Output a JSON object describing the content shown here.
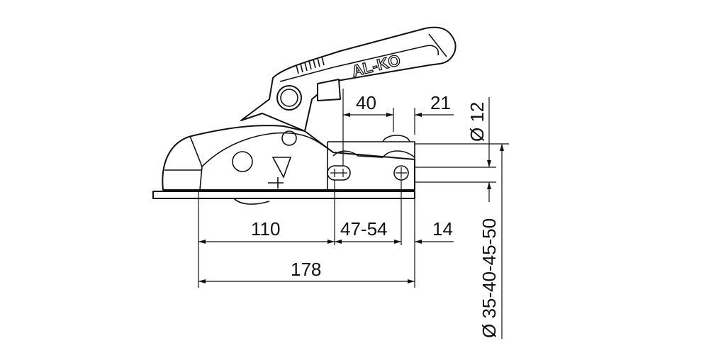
{
  "drawing": {
    "brand_logo": "AL-KO",
    "dimensions": {
      "d40": "40",
      "d21": "21",
      "d12": "Ø 12",
      "d110": "110",
      "d47_54": "47-54",
      "d14": "14",
      "d178": "178",
      "d_ball": "Ø 35-40-45-50"
    }
  }
}
